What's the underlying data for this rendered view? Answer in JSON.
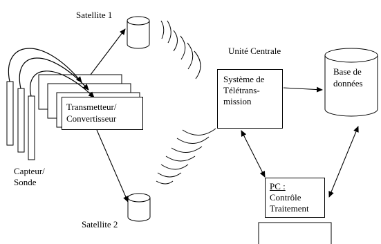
{
  "diagram": {
    "satellite_1": "Satellite 1",
    "satellite_2": "Satellite 2",
    "central_unit": "Unité Centrale",
    "sensor_line1": "Capteur/",
    "sensor_line2": "Sonde",
    "transmitter_line1": "Transmetteur/",
    "transmitter_line2": "Convertisseur",
    "teletrans_line1": "Système de",
    "teletrans_line2": "Télétrans-",
    "teletrans_line3": "mission",
    "database_line1": "Base de",
    "database_line2": "données",
    "pc_label": "PC :",
    "pc_line2": "Contrôle",
    "pc_line3": "Traitement"
  }
}
